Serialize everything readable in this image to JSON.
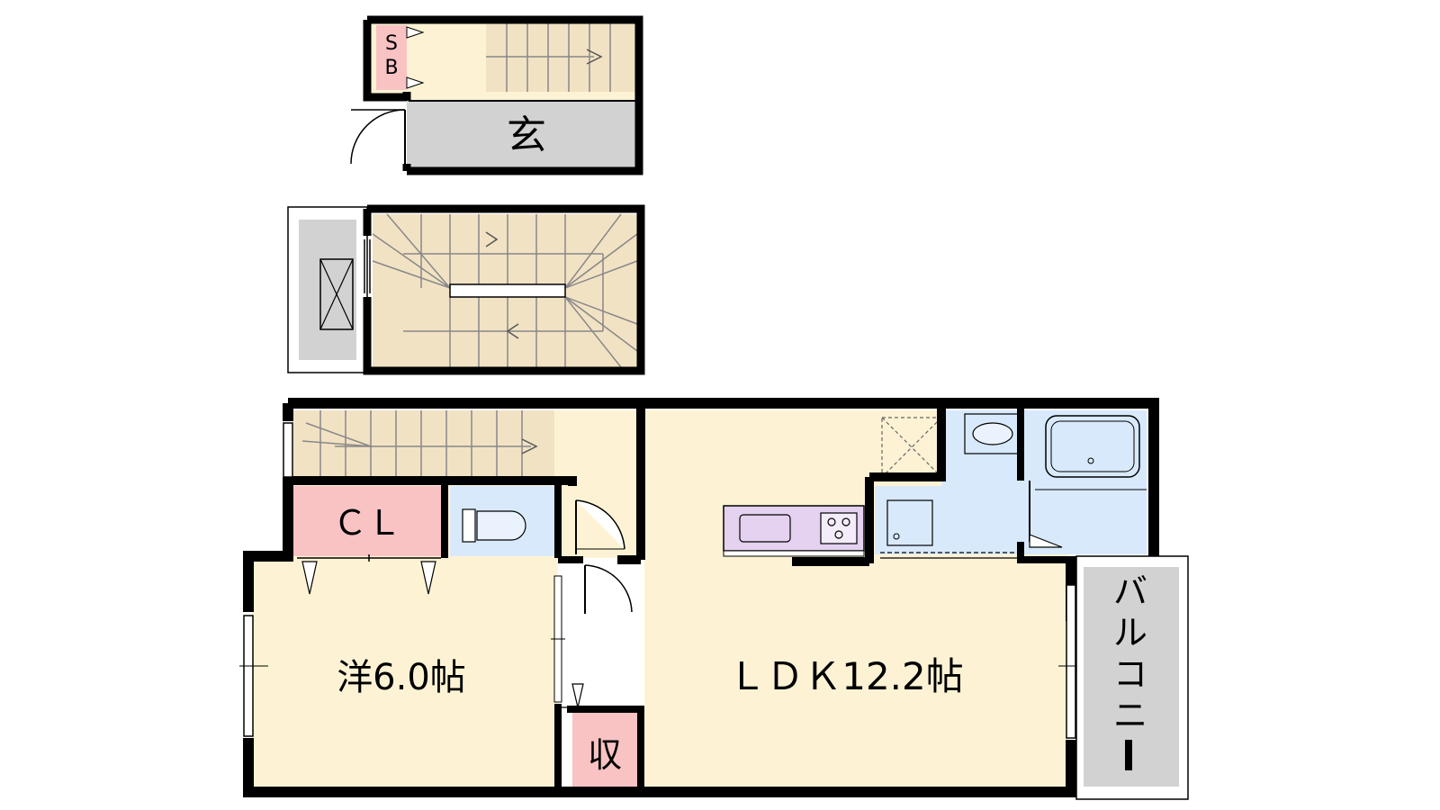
{
  "labels": {
    "shoe_box_s": "S",
    "shoe_box_b": "B",
    "entrance": "玄",
    "closet": "ＣＬ",
    "western_room": "洋6.0帖",
    "ldk": "ＬＤＫ12.2帖",
    "storage": "収",
    "balcony": [
      "バ",
      "ル",
      "コ",
      "ニ",
      "ー"
    ]
  },
  "colors": {
    "floor": "#fdf3d4",
    "wet_area": "#d8e9fb",
    "storage_pink": "#f9c3c4",
    "outdoor_gray": "#d2d2d2",
    "stair": "#f2e2c4",
    "kitchen": "#e4d2f0",
    "wall": "#000000"
  }
}
